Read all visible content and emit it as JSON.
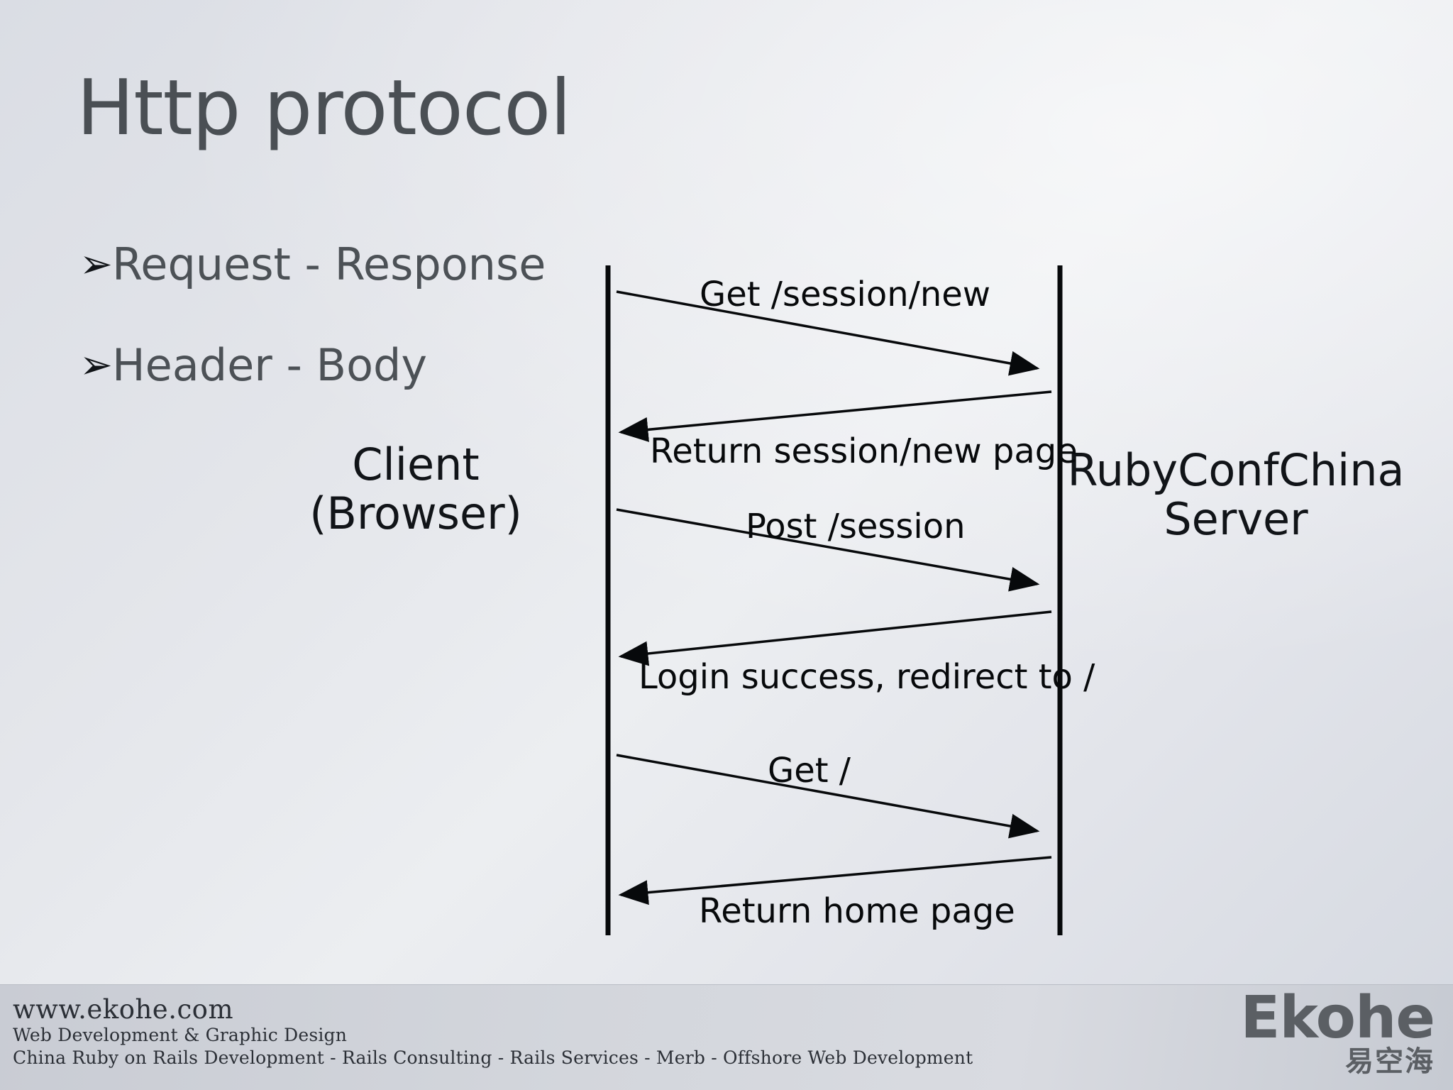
{
  "slide": {
    "title": "Http protocol",
    "background_top": "#e3e5ea",
    "background_bottom": "#d4d8e0"
  },
  "bullets": {
    "glyph": "➢",
    "items": [
      {
        "label": "Request - Response"
      },
      {
        "label": "Header - Body"
      }
    ]
  },
  "diagram": {
    "type": "sequence",
    "actors": [
      {
        "name": "client",
        "label": "Client\n(Browser)"
      },
      {
        "name": "server",
        "label": "RubyConfChina\nServer"
      }
    ],
    "lifeline_color": "#07090b",
    "arrow_color": "#07090b",
    "messages": [
      {
        "label": "Get /session/new",
        "direction": "right"
      },
      {
        "label": "Return session/new page",
        "direction": "left"
      },
      {
        "label": "Post /session",
        "direction": "right"
      },
      {
        "label": "Login success, redirect to /",
        "direction": "left"
      },
      {
        "label": "Get /",
        "direction": "right"
      },
      {
        "label": "Return home page",
        "direction": "left"
      }
    ]
  },
  "footer": {
    "url": "www.ekohe.com",
    "tagline1": "Web Development & Graphic Design",
    "tagline2": "China Ruby on Rails Development - Rails Consulting - Rails Services - Merb - Offshore Web Development",
    "logo_word": "Ekohe",
    "logo_cjk": "易空海",
    "logo_color": "#5b5f64"
  }
}
